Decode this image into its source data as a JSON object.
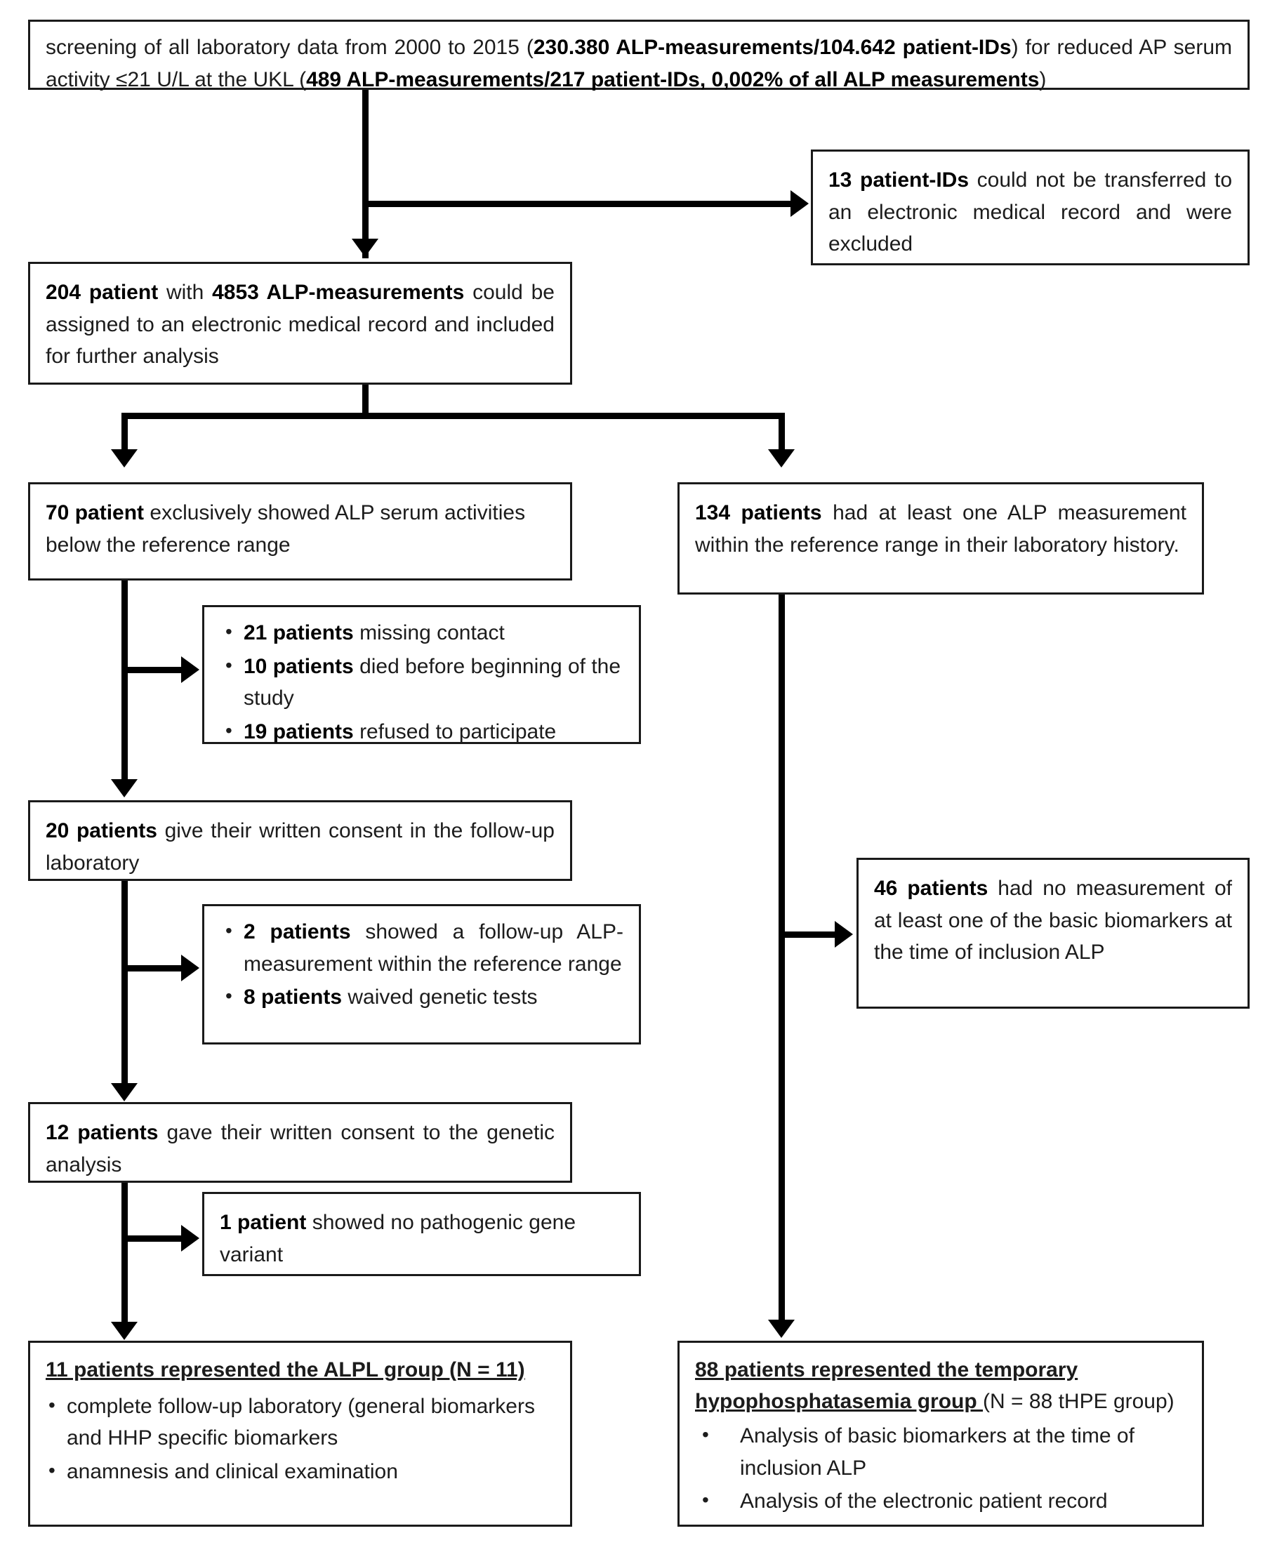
{
  "diagram": {
    "title": "Study flow chart of patient selection for ALPL and temporary hypophosphatasemia groups",
    "nodes": {
      "screening": {
        "line1_a": "screening of all laboratory data from 2000 to 2015 (",
        "line1_b": "230.380 ALP-measurements/104.642 patient-IDs",
        "line1_c": ") for reduced AP",
        "line2_a": "serum activity ≤21 U/L at the UKL (",
        "line2_b": "489 ALP-measurements/217 patient-IDs, 0,002% of all ALP measurements",
        "line2_c": ")"
      },
      "excluded_ids": {
        "bold": "13 patient-IDs",
        "rest": " could not be transferred to an electronic medical record and were excluded"
      },
      "assigned": {
        "bold1": "204 patient",
        "mid": " with ",
        "bold2": "4853 ALP-measurements",
        "rest": " could be assigned to an electronic medical record  and included for further analysis"
      },
      "below_range": {
        "bold": "70 patient",
        "rest": " exclusively showed ALP  serum activities below the reference range"
      },
      "within_range": {
        "bold": "134 patients",
        "rest": " had at least one ALP measurement within the reference range in their laboratory history."
      },
      "exclusions_1": {
        "items": [
          {
            "bold": "21 patients",
            "rest": " missing contact"
          },
          {
            "bold": "10 patients",
            "rest": " died before beginning of the study"
          },
          {
            "bold": "19 patients",
            "rest": " refused to participate"
          }
        ]
      },
      "consent_followup": {
        "bold": "20  patients",
        "rest": " give their written consent in the follow-up laboratory"
      },
      "exclusions_2": {
        "items": [
          {
            "bold": "2 patients",
            "rest": " showed a follow-up ALP-measurement within the reference range"
          },
          {
            "bold": "8 patients",
            "rest": " waived genetic tests"
          }
        ]
      },
      "no_basic_biomarkers": {
        "bold": "46 patients",
        "rest": " had no measurement of at least one of the basic biomarkers at the time of inclusion ALP"
      },
      "consent_genetic": {
        "bold": "12 patients",
        "rest": " gave their written consent to the genetic analysis"
      },
      "no_variant": {
        "bold": "1 patient",
        "rest": " showed no pathogenic gene variant"
      },
      "alpl_group": {
        "heading": "11 patients represented the ALPL group (N = 11)",
        "items": [
          "complete follow-up laboratory (general biomarkers and HHP specific biomarkers",
          "anamnesis and clinical examination"
        ]
      },
      "thpe_group": {
        "heading_line1": "88 patients  represented the temporary",
        "heading_line2": "hypophosphatasemia group ",
        "heading_tail": "(N = 88 tHPE group)",
        "items": [
          "Analysis of basic biomarkers at the time of inclusion ALP",
          "Analysis of the electronic patient record"
        ]
      }
    },
    "colors": {
      "border": "#1a1a1a",
      "connector": "#000000",
      "background": "#ffffff",
      "text": "#1c1c1c"
    }
  }
}
